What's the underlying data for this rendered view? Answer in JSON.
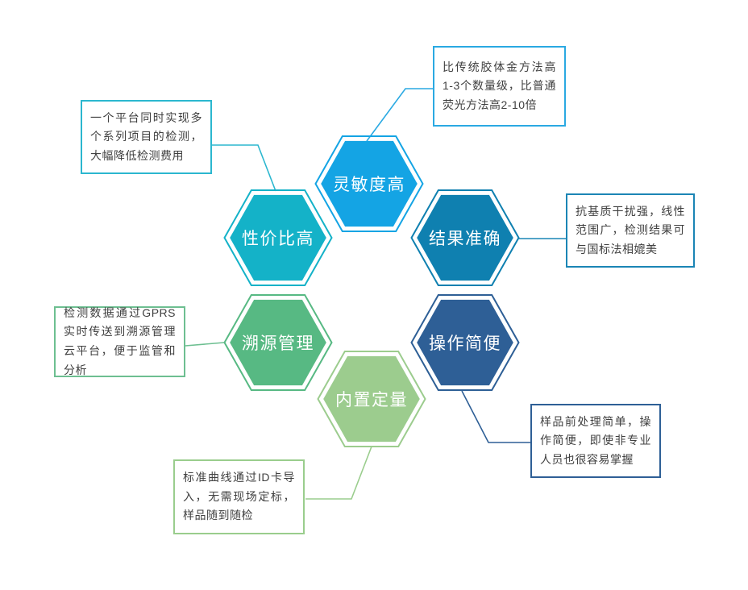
{
  "diagram": {
    "background": "#ffffff",
    "text_color": "#404040",
    "label_color": "#ffffff",
    "features": [
      {
        "id": "sensitivity",
        "label": "灵敏度高",
        "description": "比传统胶体金方法高1-3个数量级，比普通荧光方法高2-10倍",
        "hex_color": "#14a4e4",
        "line_color": "#2aa9e2"
      },
      {
        "id": "cost",
        "label": "性价比高",
        "description": "一个平台同时实现多个系列项目的检测，大幅降低检测费用",
        "hex_color": "#14b2c8",
        "line_color": "#2bb7cf"
      },
      {
        "id": "accuracy",
        "label": "结果准确",
        "description": "抗基质干扰强，线性范围广，检测结果可与国标法相媲美",
        "hex_color": "#0f80b0",
        "line_color": "#1b85b5"
      },
      {
        "id": "trace",
        "label": "溯源管理",
        "description": "检测数据通过GPRS实时传送到溯源管理云平台，便于监管和分析",
        "hex_color": "#57b983",
        "line_color": "#6dbf91"
      },
      {
        "id": "operation",
        "label": "操作简便",
        "description": "样品前处理简单，操作简便，即使非专业人员也很容易掌握",
        "hex_color": "#2e5f96",
        "line_color": "#2e5f96"
      },
      {
        "id": "quant",
        "label": "内置定量",
        "description": "标准曲线通过ID卡导入，无需现场定标，样品随到随检",
        "hex_color": "#9ccc8e",
        "line_color": "#9acd8d"
      }
    ]
  }
}
